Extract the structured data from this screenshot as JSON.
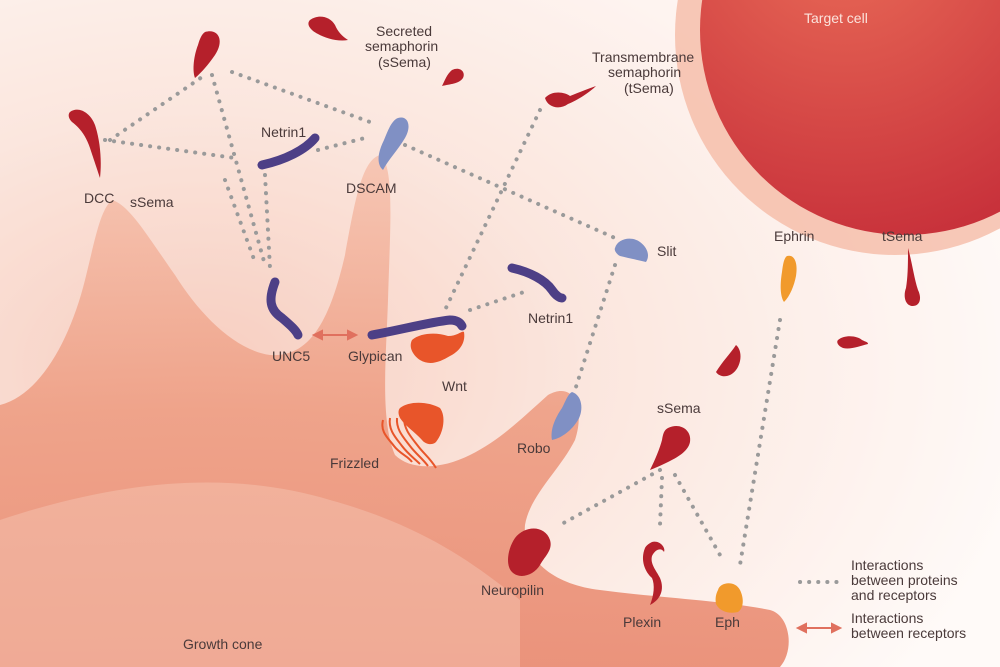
{
  "labels": {
    "target_cell": "Target cell",
    "secreted_sema_line1": "Secreted",
    "secreted_sema_line2": "semaphorin",
    "secreted_sema_line3": "(sSema)",
    "trans_sema_line1": "Transmembrane",
    "trans_sema_line2": "semaphorin",
    "trans_sema_line3": "(tSema)",
    "netrin1_top": "Netrin1",
    "dcc": "DCC",
    "ssema_left": "sSema",
    "dscam": "DSCAM",
    "slit": "Slit",
    "ephrin": "Ephrin",
    "tsema": "tSema",
    "netrin1_mid": "Netrin1",
    "unc5": "UNC5",
    "glypican": "Glypican",
    "wnt": "Wnt",
    "frizzled": "Frizzled",
    "robo": "Robo",
    "ssema_lower": "sSema",
    "neuropilin": "Neuropilin",
    "plexin": "Plexin",
    "eph": "Eph",
    "growth_cone": "Growth cone"
  },
  "legend": {
    "protein_line1": "Interactions",
    "protein_line2": "between proteins",
    "protein_line3": "and receptors",
    "receptor_line1": "Interactions",
    "receptor_line2": "between receptors"
  },
  "colors": {
    "receptor_red": "#b5202b",
    "receptor_purple": "#4d3f86",
    "receptor_blue": "#8090c4",
    "wnt_orange": "#e8552a",
    "ephrin_orange": "#f19a2c",
    "dotted_gray": "#9a9a9a",
    "receptor_arrow": "#e0705e",
    "target_cell": "#d84a3f"
  }
}
